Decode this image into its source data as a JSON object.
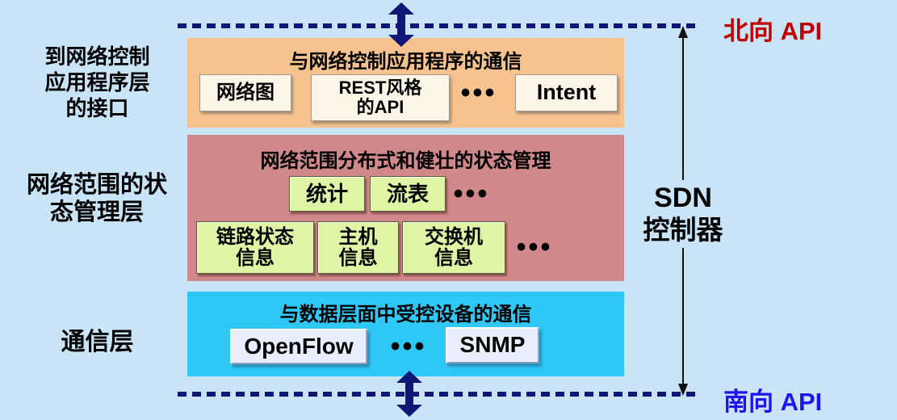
{
  "annotations": {
    "north_api": "北向 API",
    "south_api": "南向 API",
    "controller": {
      "line1": "SDN",
      "line2": "控制器"
    }
  },
  "left_labels": {
    "interface": {
      "line1": "到网络控制",
      "line2": "应用程序层",
      "line3": "的接口"
    },
    "state_mgmt": {
      "line1": "网络范围的状",
      "line2": "态管理层"
    },
    "communication": {
      "line1": "通信层"
    }
  },
  "layers": {
    "app_comm": {
      "title": "与网络控制应用程序的通信",
      "network_graph": "网络图",
      "rest_api": {
        "line1": "REST风格",
        "line2": "的API"
      },
      "dots": "•••",
      "intent": "Intent"
    },
    "state_mgmt": {
      "title": "网络范围分布式和健壮的状态管理",
      "statistics": "统计",
      "flow_table": "流表",
      "dots_row1": "•••",
      "link_state": {
        "line1": "链路状态",
        "line2": "信息"
      },
      "host_info": {
        "line1": "主机",
        "line2": "信息"
      },
      "switch_info": {
        "line1": "交换机",
        "line2": "信息"
      },
      "dots_row2": "•••"
    },
    "communication": {
      "title": "与数据层面中受控设备的通信",
      "openflow": "OpenFlow",
      "dots": "•••",
      "snmp": "SNMP"
    }
  },
  "colors": {
    "background": "#c8e4f6",
    "navy_arrow_and_dashes": "#101673",
    "north_api_text": "#c00000",
    "south_api_text": "#2013ee",
    "app_comm_layer": "#f6c28e",
    "state_mgmt_layer": "#d1888a",
    "communication_layer": "#2fc8f6",
    "cream_box": "#fdf6e8",
    "green_box": "#def5a5",
    "light_blue_box": "#e8eefb"
  }
}
